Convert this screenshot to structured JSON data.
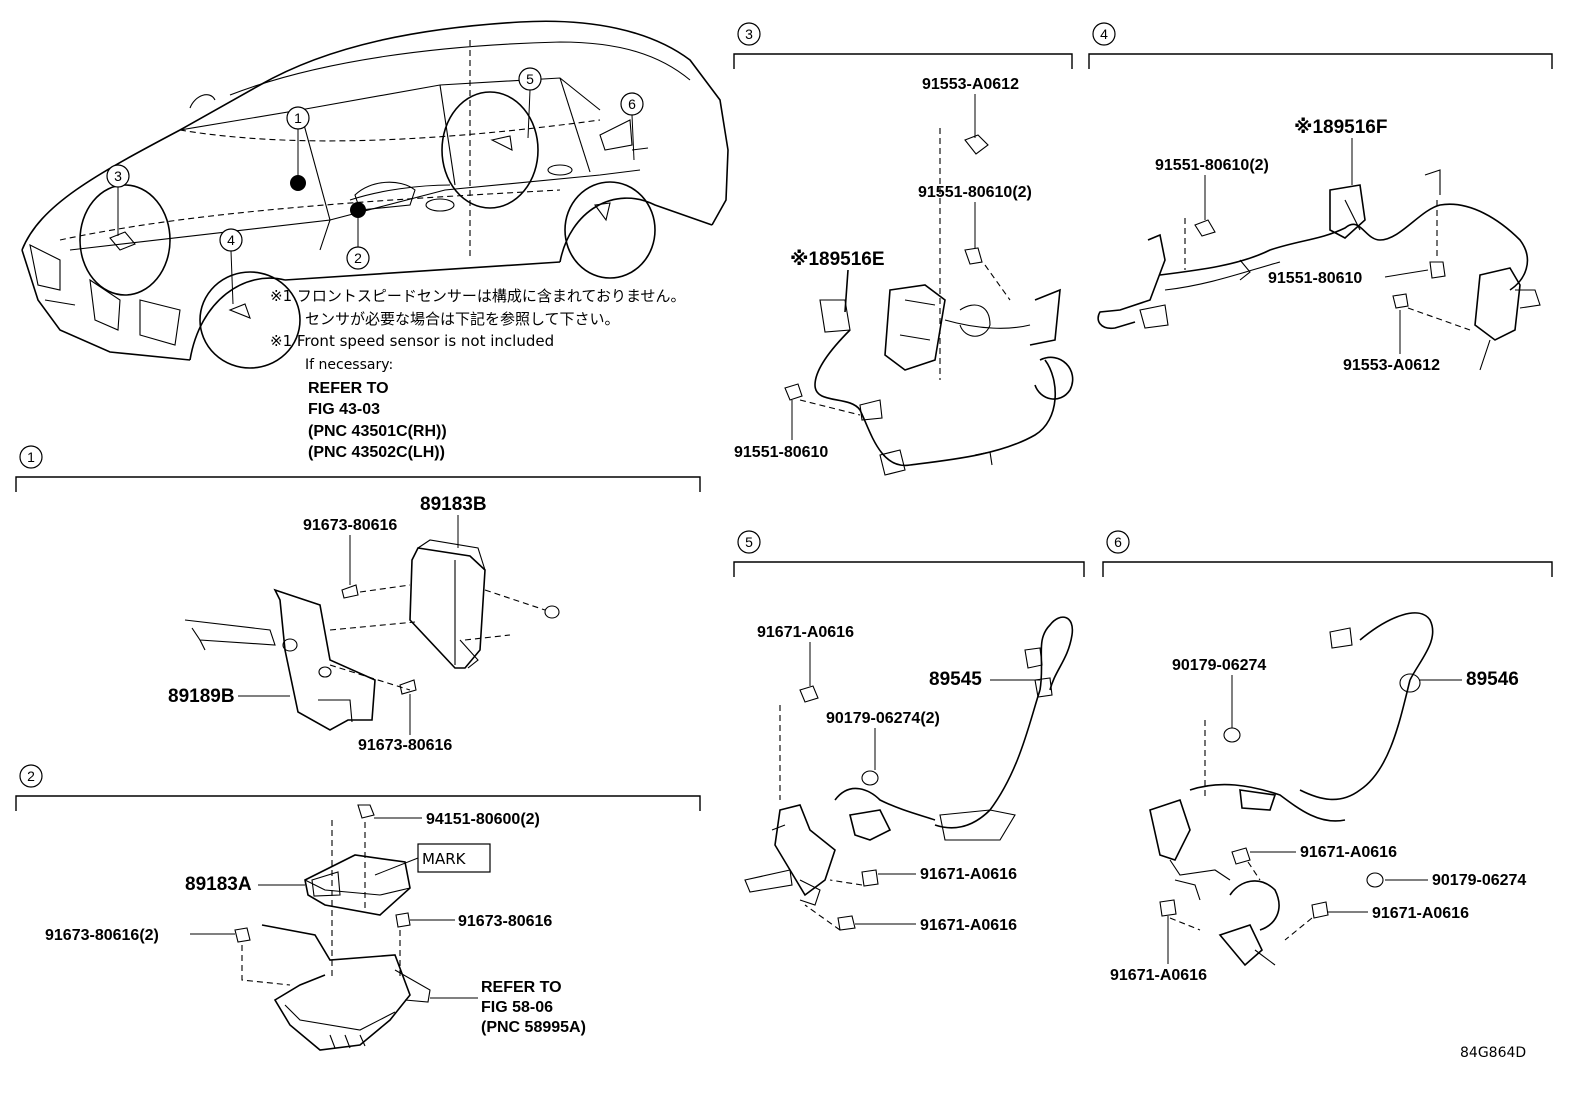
{
  "diagram_code": "84G864D",
  "notes": {
    "jp_line1": "※1 フロントスピードセンサーは構成に含まれておりません。",
    "jp_line2": "センサが必要な場合は下記を参照して下さい。",
    "en_line1": "※1 Front speed sensor is not included",
    "en_line2": "If necessary:",
    "refer": "REFER TO",
    "fig": "FIG 43-03",
    "pnc_rh": "(PNC 43501C(RH))",
    "pnc_lh": "(PNC 43502C(LH))"
  },
  "car_callouts": [
    "1",
    "2",
    "3",
    "4",
    "5",
    "6"
  ],
  "sections": {
    "s1": {
      "num": "1",
      "parts": {
        "p89183b": "89183B",
        "p89189b": "89189B",
        "bolt_top": "91673-80616",
        "bolt_bot": "91673-80616"
      }
    },
    "s2": {
      "num": "2",
      "parts": {
        "p89183a": "89183A",
        "nut": "94151-80600(2)",
        "mark": "MARK",
        "bolt_right": "91673-80616",
        "bolt_left": "91673-80616(2)",
        "refer": "REFER TO",
        "fig": "FIG 58-06",
        "pnc": "(PNC 58995A)"
      }
    },
    "s3": {
      "num": "3",
      "parts": {
        "bolt_top": "91553-A0612",
        "bolt_mid": "91551-80610(2)",
        "harness": "※189516E",
        "bolt_low": "91551-80610"
      }
    },
    "s4": {
      "num": "4",
      "parts": {
        "harness": "※189516F",
        "bolt_left": "91551-80610(2)",
        "bolt_right": "91551-80610",
        "bolt_low": "91553-A0612"
      }
    },
    "s5": {
      "num": "5",
      "parts": {
        "bolt_top": "91671-A0616",
        "sensor": "89545",
        "clip": "90179-06274(2)",
        "bolt_mid": "91671-A0616",
        "bolt_low": "91671-A0616"
      }
    },
    "s6": {
      "num": "6",
      "parts": {
        "clip_top": "90179-06274",
        "sensor": "89546",
        "bolt_a": "91671-A0616",
        "clip_b": "90179-06274",
        "bolt_c": "91671-A0616",
        "bolt_d": "91671-A0616"
      }
    }
  }
}
